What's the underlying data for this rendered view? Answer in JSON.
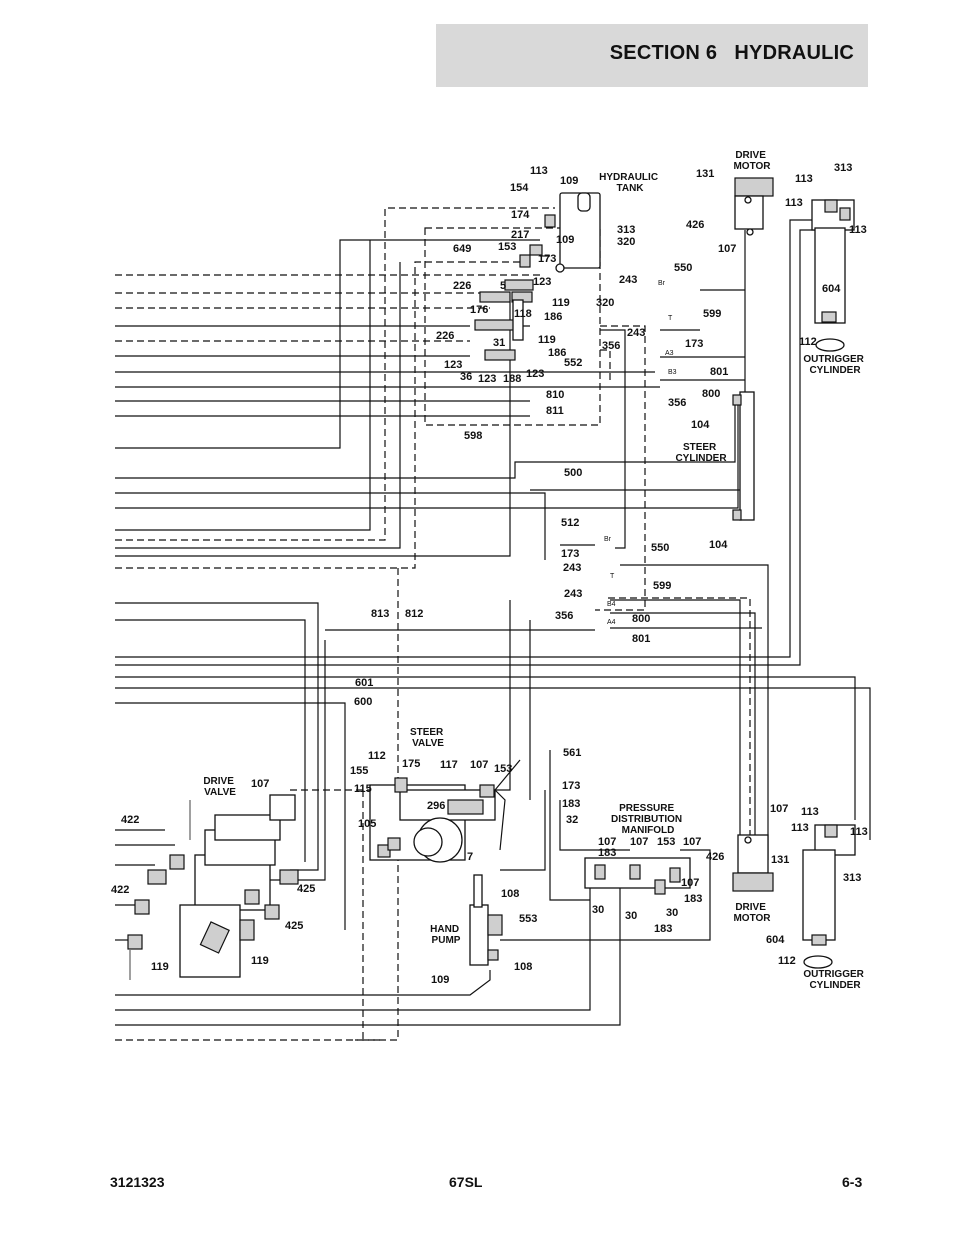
{
  "header": {
    "section": "SECTION 6   HYDRAULIC"
  },
  "footer": {
    "left": "3121323",
    "center": "67SL",
    "right": "6-3"
  },
  "components": {
    "hydraulic_tank": "HYDRAULIC\nTANK",
    "drive_motor": "DRIVE\nMOTOR",
    "outrigger_cylinder": "OUTRIGGER\nCYLINDER",
    "steer_cylinder": "STEER\nCYLINDER",
    "steer_valve": "STEER\nVALVE",
    "drive_valve": "DRIVE\nVALVE",
    "pressure_manifold": "PRESSURE\nDISTRIBUTION\nMANIFOLD",
    "hand_pump": "HAND\nPUMP"
  },
  "ports": [
    "Br",
    "T",
    "A3",
    "B3",
    "Br",
    "T",
    "B4",
    "A4"
  ],
  "callouts": [
    "113",
    "109",
    "154",
    "174",
    "217",
    "153",
    "109",
    "173",
    "313",
    "320",
    "649",
    "226",
    "5",
    "123",
    "176",
    "119",
    "118",
    "186",
    "320",
    "226",
    "31",
    "119",
    "186",
    "123",
    "36",
    "123",
    "188",
    "123",
    "810",
    "811",
    "598",
    "131",
    "426",
    "107",
    "113",
    "313",
    "113",
    "113",
    "604",
    "112",
    "243",
    "550",
    "599",
    "243",
    "173",
    "552",
    "356",
    "801",
    "800",
    "356",
    "104",
    "104",
    "500",
    "512",
    "173",
    "243",
    "550",
    "243",
    "599",
    "356",
    "800",
    "801",
    "813",
    "812",
    "601",
    "600",
    "112",
    "155",
    "115",
    "175",
    "117",
    "107",
    "153",
    "296",
    "105",
    "7",
    "561",
    "173",
    "183",
    "32",
    "107",
    "422",
    "425",
    "422",
    "425",
    "119",
    "119",
    "107",
    "183",
    "107",
    "153",
    "107",
    "107",
    "30",
    "30",
    "30",
    "183",
    "183",
    "108",
    "108",
    "553",
    "109",
    "107",
    "113",
    "113",
    "113",
    "426",
    "131",
    "313",
    "604",
    "112"
  ]
}
